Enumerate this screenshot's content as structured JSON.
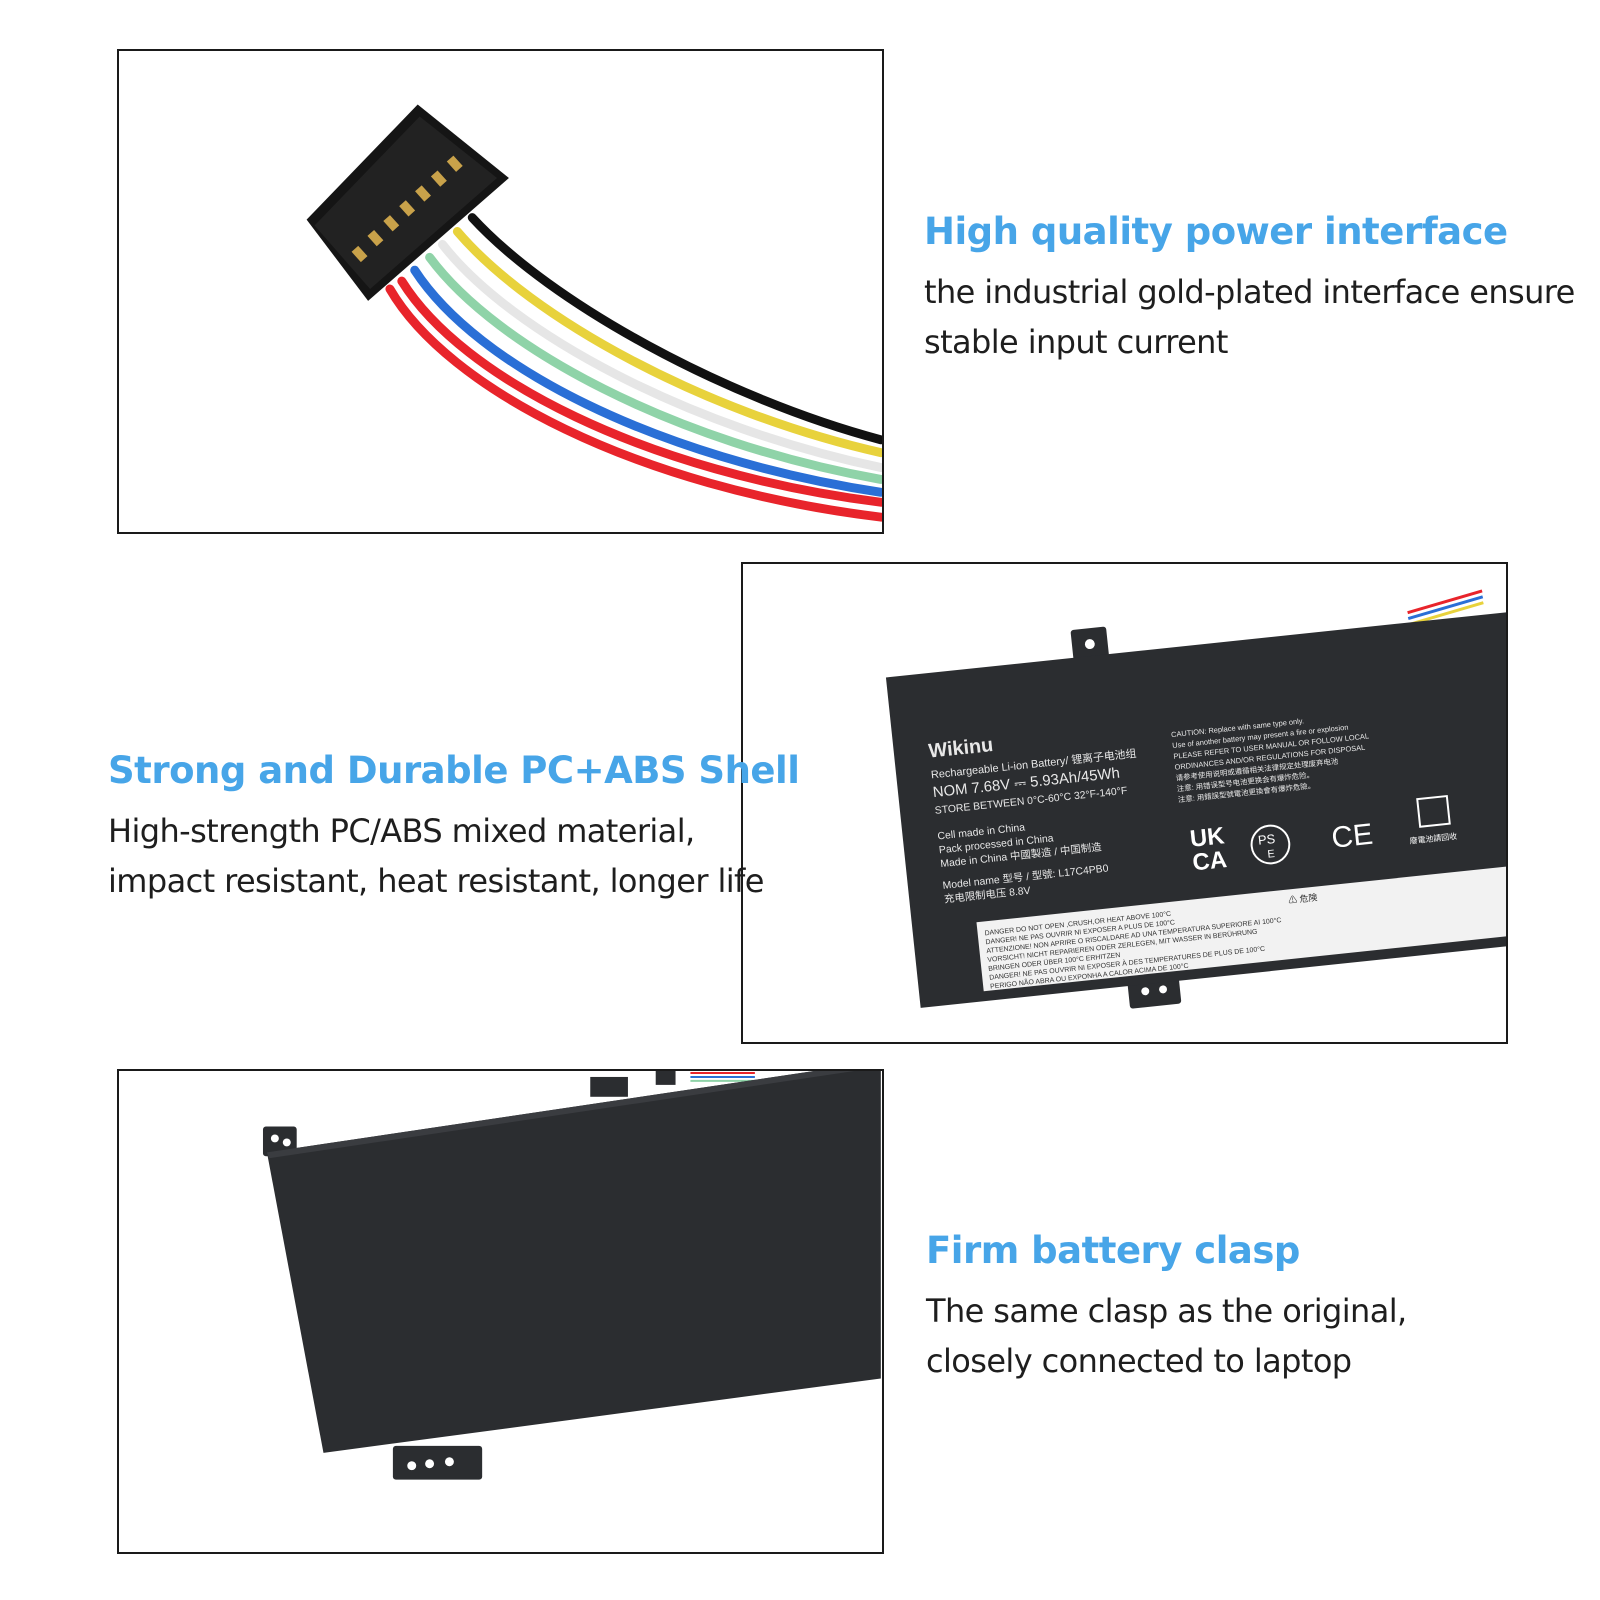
{
  "features": [
    {
      "title": "High quality power interface",
      "lines": [
        "the industrial gold-plated interface ensure",
        "stable input current"
      ]
    },
    {
      "title": "Strong and Durable PC+ABS Shell",
      "lines": [
        "High-strength PC/ABS mixed material,",
        "impact resistant, heat resistant, longer life"
      ]
    },
    {
      "title": "Firm battery clasp",
      "lines": [
        "The same clasp as the original,",
        "closely connected to laptop"
      ]
    }
  ],
  "battery_label": {
    "brand": "Wikinu",
    "type": "Rechargeable Li-ion Battery/ 锂离子电池组",
    "nom": "NOM 7.68V ⎓ 5.93Ah/45Wh",
    "store": "STORE BETWEEN 0°C-60°C 32°F-140°F",
    "origin_1": "Cell made in China",
    "origin_2": "Pack processed in China",
    "origin_3": "Made in China 中國製造 / 中国制造",
    "model": "Model name 型号 / 型號: L17C4PB0",
    "charge_limit": "充电限制电压 8.8V",
    "caution_1": "CAUTION: Replace with same type only.",
    "caution_2": "Use of another battery may present a fire or explosion",
    "caution_3": "PLEASE REFER TO USER MANUAL OR FOLLOW LOCAL",
    "caution_4": "ORDINANCES AND/OR REGULATIONS FOR DISPOSAL",
    "caution_5": "请参考使用说明或遵循相关法律规定处理废弃电池",
    "caution_6": "注意: 用错误型号电池更换会有爆炸危险。",
    "caution_7": "注意: 用錯誤型號電池更換會有爆炸危險。",
    "mark_ukca_1": "UK",
    "mark_ukca_2": "CA",
    "mark_pse_1": "PS",
    "mark_pse_2": "E",
    "mark_ce": "CE",
    "recycle": "廢電池請回收",
    "polarity_minus": "−",
    "polarity_plus": "+",
    "danger_1": "DANGER DO NOT OPEN ,CRUSH,OR HEAT ABOVE 100°C",
    "danger_2": "DANGER! NE PAS OUVRIR NI EXPOSER A PLUS DE 100°C",
    "danger_3": "ATTENZIONE! NON APRIRE O RISCALDARE AD UNA TEMPERATURA SUPERIORE AI 100°C",
    "danger_4": "VORSICHT! NICHT REPARIEREN ODER ZERLEGEN, MIT WASSER IN BERÜHRUNG",
    "danger_5": "BRINGEN ODER ÜBER 100°C ERHITZEN",
    "danger_6": "DANGER! NE PAS OUVRIR NI EXPOSER À DES TEMPERATURES DE PLUS DE 100°C",
    "danger_7": "PERIGO NÃO ABRA OU EXPONHA A CALOR ACIMA DE 100°C",
    "danger_jp": "⚠ 危険"
  },
  "colors": {
    "heading": "#47a5e8",
    "body_text": "#1e1e1e",
    "battery": "#2b2d30",
    "wires": [
      "#e8242b",
      "#e8242b",
      "#2a6fd6",
      "#8fd3a8",
      "#f5f5f5",
      "#e8d23c",
      "#111111"
    ]
  }
}
